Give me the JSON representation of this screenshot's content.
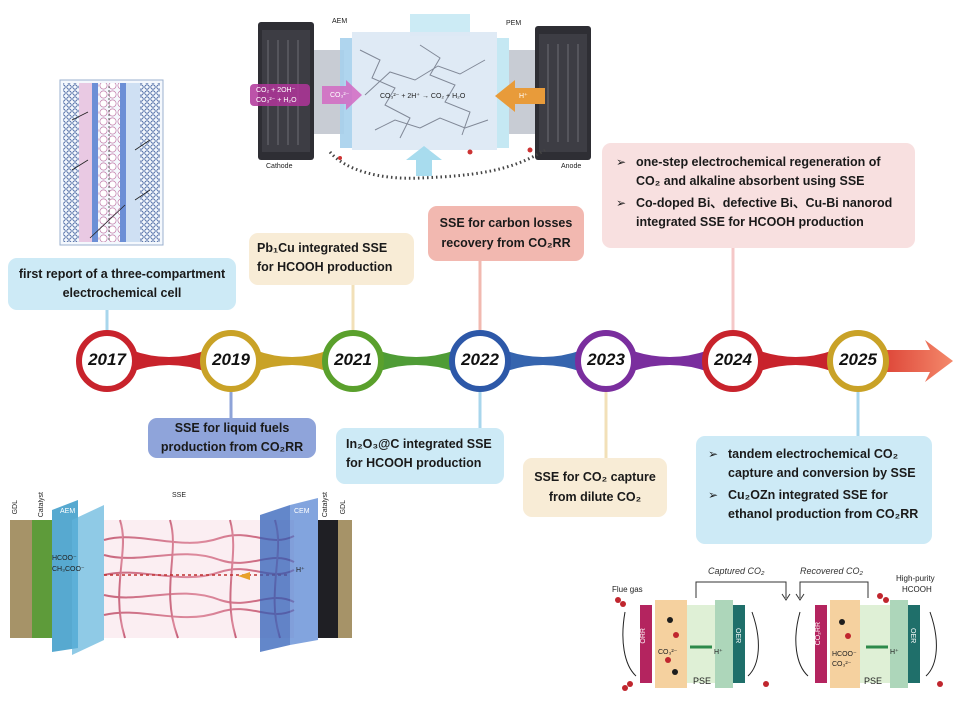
{
  "timeline": {
    "years": [
      "2017",
      "2019",
      "2021",
      "2022",
      "2023",
      "2024",
      "2025"
    ]
  },
  "boxes": {
    "b2017": {
      "lines": [
        "first report of a three-compartment",
        "electrochemical cell"
      ]
    },
    "b2019": {
      "lines": [
        "SSE for liquid fuels",
        "production from CO₂RR"
      ]
    },
    "b2021": {
      "lines": [
        "Pb₁Cu integrated SSE",
        "for HCOOH production"
      ]
    },
    "b2022a": {
      "lines": [
        "SSE for carbon losses",
        "recovery from CO₂RR"
      ]
    },
    "b2022b": {
      "lines": [
        "In₂O₃@C integrated SSE",
        "for HCOOH production"
      ]
    },
    "b2023": {
      "lines": [
        "SSE for CO₂ capture",
        "from dilute CO₂"
      ]
    },
    "b2024": {
      "items": [
        "one-step electrochemical regeneration of CO₂ and alkaline absorbent using SSE",
        "Co-doped Bi、defective Bi、Cu-Bi nanorod integrated SSE for HCOOH production"
      ]
    },
    "b2025": {
      "items": [
        "tandem electrochemical CO₂ capture and conversion by SSE",
        "Cu₂OZn integrated SSE for ethanol production from CO₂RR"
      ]
    }
  },
  "top_figure": {
    "aem": "AEM",
    "pem": "PEM",
    "cathode": "Cathode",
    "anode": "Anode",
    "eq_left_1": "CO₂ + 2OH⁻",
    "eq_left_2": "CO₃²⁻ + H₂O",
    "co3": "CO₃²⁻",
    "eq_mid": "CO₃²⁻ + 2H⁺ → CO₂ + H₂O",
    "hplus": "H⁺"
  },
  "bottom_left_figure": {
    "sse": "SSE",
    "gdl_left": "GDL",
    "catalyst_left": "Catalyst",
    "aem": "AEM",
    "cem": "CEM",
    "catalyst_right": "Catalyst",
    "gdl_right": "GDL",
    "hcoo": "HCOO⁻",
    "ch3coo": "CH₃COO⁻",
    "hplus": "H⁺"
  },
  "bottom_right_figure": {
    "flue_gas": "Flue gas",
    "captured": "Captured CO₂",
    "recovered": "Recovered CO₂",
    "high_purity_1": "High-purity",
    "high_purity_2": "HCOOH",
    "orr": "ORR",
    "oer1": "OER",
    "co2rr": "CO₂RR",
    "oer2": "OER",
    "pse1": "PSE",
    "pse2": "PSE",
    "co3": "CO₃²⁻",
    "h1": "H⁺",
    "h2": "H⁺",
    "hcoo": "HCOO⁻",
    "co3b": "CO₃²⁻"
  },
  "colors": {
    "red": "#c8232c",
    "yellow": "#c9a227",
    "green": "#5aa02c",
    "blue": "#2d58a8",
    "purple": "#7a2e9e",
    "arrow": "#e8553c"
  }
}
